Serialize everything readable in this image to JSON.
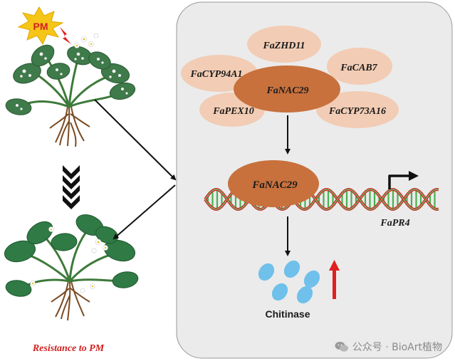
{
  "left": {
    "pathogen_label": "PM",
    "result_label": "Resistance to PM"
  },
  "network": {
    "hub": "FaNAC29",
    "partners": [
      "FaZHD11",
      "FaCYP94A1",
      "FaCAB7",
      "FaPEX10",
      "FaCYP73A16"
    ]
  },
  "dna": {
    "bound_protein": "FaNAC29",
    "gene": "FaPR4"
  },
  "product": {
    "label": "Chitinase"
  },
  "watermark": {
    "text": "公众号 · BioArt植物"
  },
  "colors": {
    "hub_fill": "#c8713d",
    "partner_fill": "#f2ccb4",
    "panel_fill": "#ebebeb",
    "dna_strand": "#c9302c",
    "dna_rung": "#4caf50",
    "chitinase": "#6fc0ea",
    "up_arrow": "#e02020",
    "result_text": "#d42020"
  }
}
